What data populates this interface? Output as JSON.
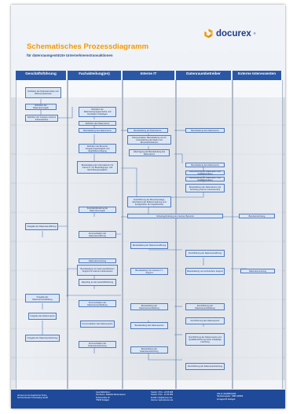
{
  "logo": {
    "text": "docurex",
    "reg": "®",
    "color": "#1f3d85",
    "mark_color": "#f39a00"
  },
  "title": "Schematisches Prozessdiagramm",
  "subtitle": "für datenraumgestützte Unternehmenstransaktionen",
  "lanes": [
    {
      "label": "Geschäftsführung"
    },
    {
      "label": "Fachabteilung(en)"
    },
    {
      "label": "Interne IT"
    },
    {
      "label": "Datenraumbetreiber"
    },
    {
      "label": "Externe Interessenten"
    }
  ],
  "nodes": [
    {
      "text": "Definition der Datenraumziele und Rahmenparameter"
    },
    {
      "text": "Definition der Datenraumregeln"
    },
    {
      "text": "Definition der Gruppen (externe Interessenten)"
    },
    {
      "text": "Definition der Datenraumgruppenrechte und benötigten Unterlagen"
    },
    {
      "text": "Definition des Datenraums"
    },
    {
      "text": "Bereitstellung des Datenraums"
    },
    {
      "text": "Bereitstellung der Datenräume"
    },
    {
      "text": "Bereitstellung des Datenraums"
    },
    {
      "text": "Definition der Benutzer Gruppenzugehörigkeit und Zugriffsberechtigung"
    },
    {
      "text": "Dokumentation, Bereitstellung von für Unterstützung der Daten und Benutzerfunktionen"
    },
    {
      "text": "Übertragung der Bereitstellung des Datenraums"
    },
    {
      "text": "Bereitstellung des Datenraums"
    },
    {
      "text": "Bereitstellung der Informationen für interne IT zur Berechtigungs- und Einrichtungsvorgaben"
    },
    {
      "text": "Durchführung der Datenraum- und Qualitätsprüfung"
    },
    {
      "text": "Bereitstellung der Datenraum- und Qualitätsprüfung"
    },
    {
      "text": "Bereitstellung der Datenräume und Schulung (externe Interessenten)"
    },
    {
      "text": "Durchführung der Benutzeranlage, Einrichtung der Rollenzuordnung und Konfiguration der Zugriffsrechte"
    },
    {
      "text": "Kontrolle/Abnahme der Datenraumregeln"
    },
    {
      "text": "Schulung/Anleitung der internen Benutzer"
    },
    {
      "text": "Benutzerschulung"
    },
    {
      "text": "Freigabe der Datenraumöffnung"
    },
    {
      "text": "Kommunikation der Datenraumöffnung"
    },
    {
      "text": "Bereitstellung der Datenraumöffnung"
    },
    {
      "text": "Durchführung der Datenraumöffnung"
    },
    {
      "text": "Datenraumnutzung"
    },
    {
      "text": "Bereitstellung von Fach-spezifischem Support für externe Interessenten"
    },
    {
      "text": "Bereitstellung von internem IT-Support"
    },
    {
      "text": "Bereitstellung von technischem Support"
    },
    {
      "text": "Datenraumnutzung"
    },
    {
      "text": "Reporting an die Geschäftsführung"
    },
    {
      "text": "Freigabe der Datenraumschließung"
    },
    {
      "text": "Kommunikation der Datenraumschließung"
    },
    {
      "text": "Bereitstellung der Datenraumschließung"
    },
    {
      "text": "Durchführung der Datenraumschließung"
    },
    {
      "text": "Freigabe des Datenexports"
    },
    {
      "text": "Kommunikation des Datenexports"
    },
    {
      "text": "Bereitstellung des Datenexports"
    },
    {
      "text": "Durchführung des Datenexports"
    },
    {
      "text": "Freigabe der Datenraumlöschung"
    },
    {
      "text": "Kommunikation der Datenraumlöschung"
    },
    {
      "text": "Bereitstellung der Datenraumlöschung"
    },
    {
      "text": "Durchführung der Datenexports und Qualitätssicherung sowie endgültige Löschung"
    },
    {
      "text": "Durchführung der Datenraumlöschung"
    }
  ],
  "footer": {
    "col1": [
      "docurex ist ein Angebot der Firma",
      "Sercha Kheda IT-Consulting GmbH"
    ],
    "col2": [
      "Geschäftsführer:",
      "Karl Evers, Matthias Beckenbauer",
      "Schönstraße 18",
      "75045 Stuttgart"
    ],
    "col3": [
      "Telefon:  0711 - 22 65 908",
      "Telefax:  0711 - 22 65 909",
      "E-Mail:  info@docurex.de",
      "Internet:  www.docurex.de"
    ],
    "col4": [
      "USt-Id:  DE289811290",
      "Handelsregister:  HRB 245086",
      "Amtsgericht Stuttgart"
    ]
  }
}
